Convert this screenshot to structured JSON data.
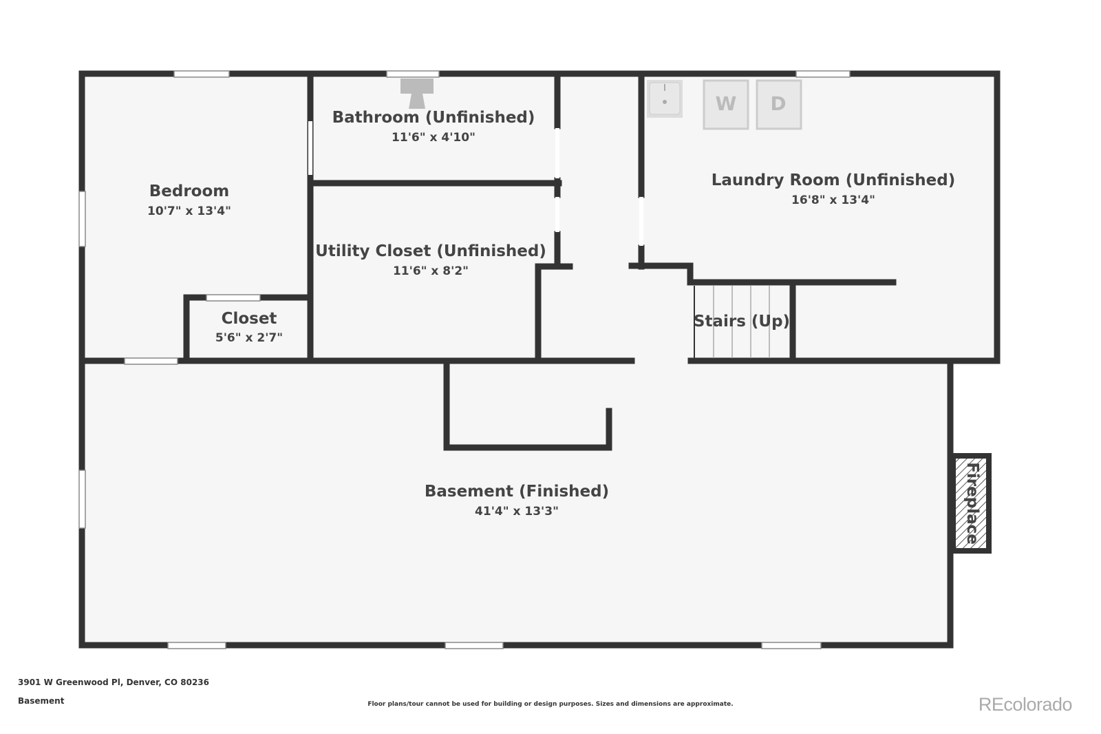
{
  "rooms": {
    "bedroom": {
      "name": "Bedroom",
      "dims": "10'7\" x 13'4\""
    },
    "bathroom": {
      "name": "Bathroom (Unfinished)",
      "dims": "11'6\" x 4'10\""
    },
    "utility": {
      "name": "Utility Closet (Unfinished)",
      "dims": "11'6\" x 8'2\""
    },
    "closet": {
      "name": "Closet",
      "dims": "5'6\" x 2'7\""
    },
    "laundry": {
      "name": "Laundry Room (Unfinished)",
      "dims": "16'8\" x 13'4\""
    },
    "stairs": {
      "name": "Stairs (Up)"
    },
    "basement": {
      "name": "Basement (Finished)",
      "dims": "41'4\" x 13'3\""
    },
    "fireplace": {
      "name": "Fireplace"
    }
  },
  "appliances": {
    "washer": "W",
    "dryer": "D"
  },
  "footer": {
    "address": "3901 W Greenwood Pl, Denver, CO 80236",
    "level": "Basement",
    "disclaimer": "Floor plans/tour cannot be used for building or design purposes. Sizes and dimensions are approximate.",
    "logo": "REcolorado"
  },
  "colors": {
    "wall": "#333333",
    "floor": "#f6f6f6",
    "text": "#444444"
  }
}
